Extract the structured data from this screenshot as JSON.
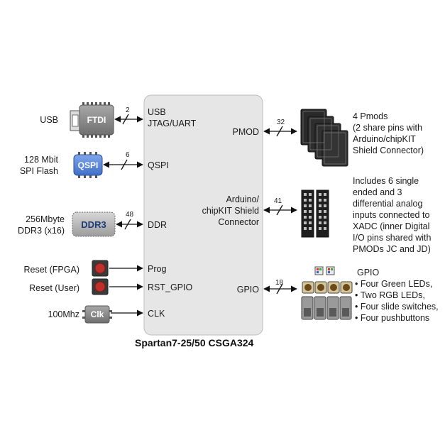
{
  "fpga": {
    "title": "Spartan7-25/50 CSGA324"
  },
  "left_ports": {
    "usb": "USB",
    "jtag": "JTAG/UART",
    "qspi": "QSPI",
    "ddr": "DDR",
    "prog": "Prog",
    "rst_gpio": "RST_GPIO",
    "clk": "CLK"
  },
  "right_ports": {
    "pmod": "PMOD",
    "arduino_1": "Arduino/",
    "arduino_2": "chipKIT Shield",
    "arduino_3": "Connector",
    "gpio": "GPIO"
  },
  "left_labels": {
    "usb": "USB",
    "flash_1": "128 Mbit",
    "flash_2": "SPI Flash",
    "ddr_1": "256Mbyte",
    "ddr_2": "DDR3 (x16)",
    "reset_fpga": "Reset (FPGA)",
    "reset_user": "Reset (User)",
    "clock": "100Mhz"
  },
  "chips": {
    "ftdi": "FTDI",
    "qspi": "QSPI",
    "ddr3": "DDR3",
    "clk": "Clk"
  },
  "buses": {
    "usb": "2",
    "qspi": "6",
    "ddr": "48",
    "pmod": "32",
    "arduino": "41",
    "gpio": "18"
  },
  "right_descriptions": {
    "pmod": [
      "4 Pmods",
      "(2 share pins with",
      "Arduino/chipKIT",
      "Shield Connector)"
    ],
    "arduino": [
      "Includes 6 single",
      "ended and 3",
      "differential analog",
      "inputs connected to",
      "XADC (inner Digital",
      "I/O pins shared with",
      "PMODs JC and JD)"
    ],
    "gpio_title": "GPIO",
    "gpio_items": [
      "Four Green LEDs,",
      "Two RGB LEDs,",
      "Four slide switches,",
      "Four pushbuttons"
    ]
  },
  "colors": {
    "fpga_fill": "#e6e6e6",
    "chip_gray": "#8a8a8a",
    "qspi_blue": "#5b86d6",
    "button_red": "#c0302a"
  }
}
